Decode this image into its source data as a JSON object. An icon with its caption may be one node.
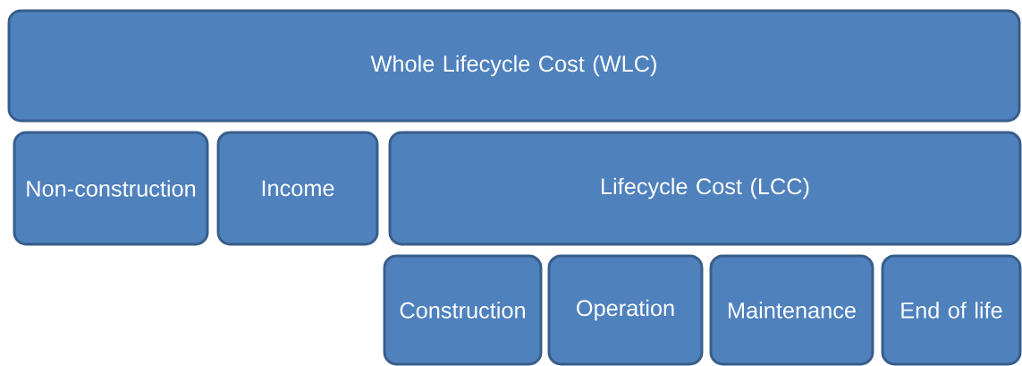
{
  "diagram": {
    "nodes": [
      {
        "text": [
          "Whole Lifecycle Cost (WLC)"
        ]
      },
      {
        "text": [
          "Non-construction"
        ]
      },
      {
        "text": [
          "Income"
        ]
      },
      {
        "text": [
          "Lifecycle Cost (LCC)"
        ]
      },
      {
        "text": [
          "Construction"
        ]
      },
      {
        "text": [
          "Operation"
        ]
      },
      {
        "text": [
          "Maintenance"
        ]
      },
      {
        "text": [
          "End of life"
        ]
      }
    ]
  }
}
